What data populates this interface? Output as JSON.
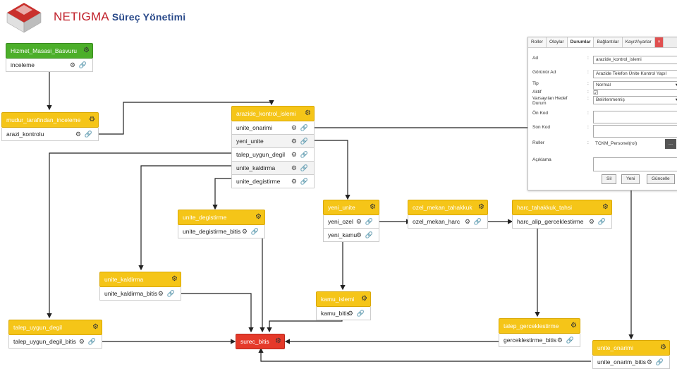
{
  "app": {
    "title": "NETIGMA",
    "subtitle": "Süreç Yönetimi"
  },
  "colors": {
    "yellow": "#f5c518",
    "green": "#4caf2a",
    "red": "#e53a2a",
    "title_red": "#c0202a"
  },
  "nodes": {
    "hizmet": {
      "title": "Hizmet_Masasi_Basvuru",
      "rows": [
        "inceleme"
      ]
    },
    "mudur": {
      "title": "mudur_tarafindan_inceleme",
      "rows": [
        "arazi_kontrolu"
      ]
    },
    "arazide": {
      "title": "arazide_kontrol_islemi",
      "rows": [
        "unite_onarimi",
        "yeni_unite",
        "talep_uygun_degil",
        "unite_kaldirma",
        "unite_degistirme"
      ]
    },
    "unite_degistirme": {
      "title": "unite_degistirme",
      "rows": [
        "unite_degistirme_bitis"
      ]
    },
    "yeni_unite": {
      "title": "yeni_unite",
      "rows": [
        "yeni_ozel",
        "yeni_kamu"
      ]
    },
    "ozel_mekan": {
      "title": "ozel_mekan_tahakkuk",
      "rows": [
        "ozel_mekan_harc"
      ]
    },
    "harc_tahakkuk": {
      "title": "harc_tahakkuk_tahsi",
      "rows": [
        "harc_alip_gerceklestirme"
      ]
    },
    "unite_kaldirma": {
      "title": "unite_kaldirma",
      "rows": [
        "unite_kaldirma_bitis"
      ]
    },
    "kamu_islemi": {
      "title": "kamu_islemi",
      "rows": [
        "kamu_bitis"
      ]
    },
    "talep_uygun": {
      "title": "talep_uygun_degil",
      "rows": [
        "talep_uygun_degil_bitis"
      ]
    },
    "surec_bitis": {
      "title": "surec_bitis",
      "rows": []
    },
    "talep_gerceklestirme": {
      "title": "talep_gerceklestirme",
      "rows": [
        "gerceklestirme_bitis"
      ]
    },
    "unite_onarimi": {
      "title": "unite_onarimi",
      "rows": [
        "unite_onarim_bitis"
      ]
    }
  },
  "panel": {
    "tabs": [
      "Roller",
      "Olaylar",
      "Durumlar",
      "Bağlantılar",
      "Kayıt/Ayarlar",
      "×"
    ],
    "active_tab": "Durumlar",
    "fields": {
      "ad_label": "Ad",
      "ad_value": "arazide_kontrol_islemi",
      "gorunur_ad_label": "Görünür Ad",
      "gorunur_ad_value": "Arazide Telefon Ünite Kontrol Yapıl",
      "tip_label": "Tip",
      "tip_value": "Normal",
      "aktif_label": "Aktif",
      "varsayilan_label": "Varsayılan Hedef Durum",
      "varsayilan_value": "Belirlenmemiş",
      "on_kod_label": "Ön Kod",
      "son_kod_label": "Son Kod",
      "roller_label": "Roller",
      "roller_value": "TCKM_Personel(rol)",
      "aciklama_label": "Açıklama"
    },
    "buttons": {
      "delete": "Sil",
      "new": "Yeni",
      "update": "Güncelle"
    }
  }
}
